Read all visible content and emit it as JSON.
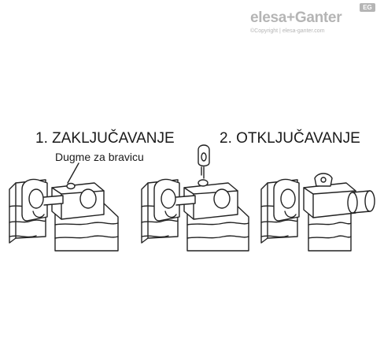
{
  "logo": {
    "brand": "elesa+Ganter",
    "badge": "EG",
    "copyright": "©Copyright | elesa-ganter.com"
  },
  "steps": [
    {
      "title": "1. ZAKLJUČAVANJE",
      "callout": "Dugme za bravicu"
    },
    {
      "title": "2. OTKLJUČAVANJE"
    }
  ]
}
